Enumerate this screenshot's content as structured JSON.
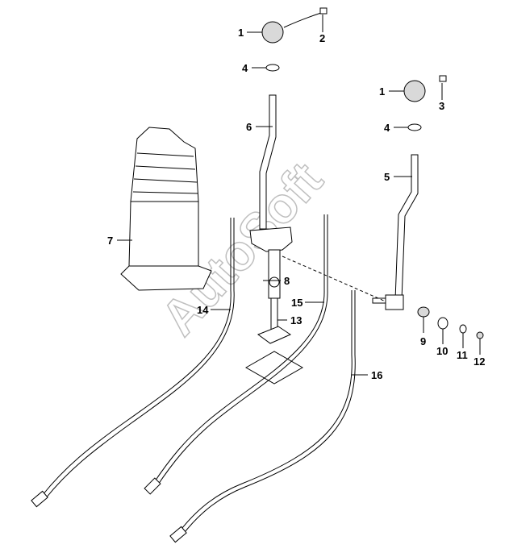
{
  "callouts": [
    "1",
    "2",
    "4",
    "6",
    "1",
    "3",
    "4",
    "5",
    "7",
    "8",
    "14",
    "15",
    "13",
    "16",
    "9",
    "10",
    "11",
    "12"
  ],
  "watermark": "AutoSoft"
}
